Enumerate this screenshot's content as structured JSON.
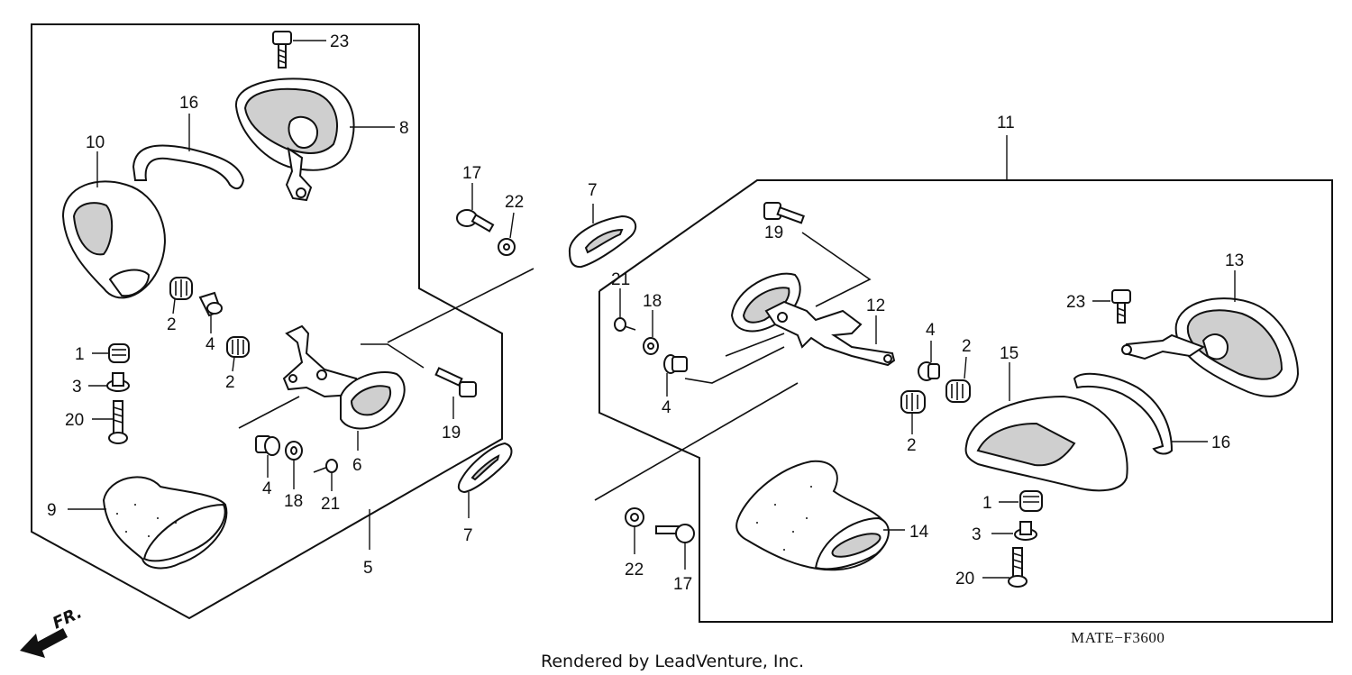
{
  "callouts": {
    "n1": "1",
    "n2": "2",
    "n3": "3",
    "n4": "4",
    "n5": "5",
    "n6": "6",
    "n7": "7",
    "n8": "8",
    "n9": "9",
    "n10": "10",
    "n11": "11",
    "n12": "12",
    "n13": "13",
    "n14": "14",
    "n15": "15",
    "n16": "16",
    "n17": "17",
    "n18": "18",
    "n19": "19",
    "n20": "20",
    "n21": "21",
    "n22": "22",
    "n23": "23"
  },
  "diagram_code": "MATE−F3600",
  "credit": "Rendered by LeadVenture, Inc.",
  "direction_label": "FR."
}
